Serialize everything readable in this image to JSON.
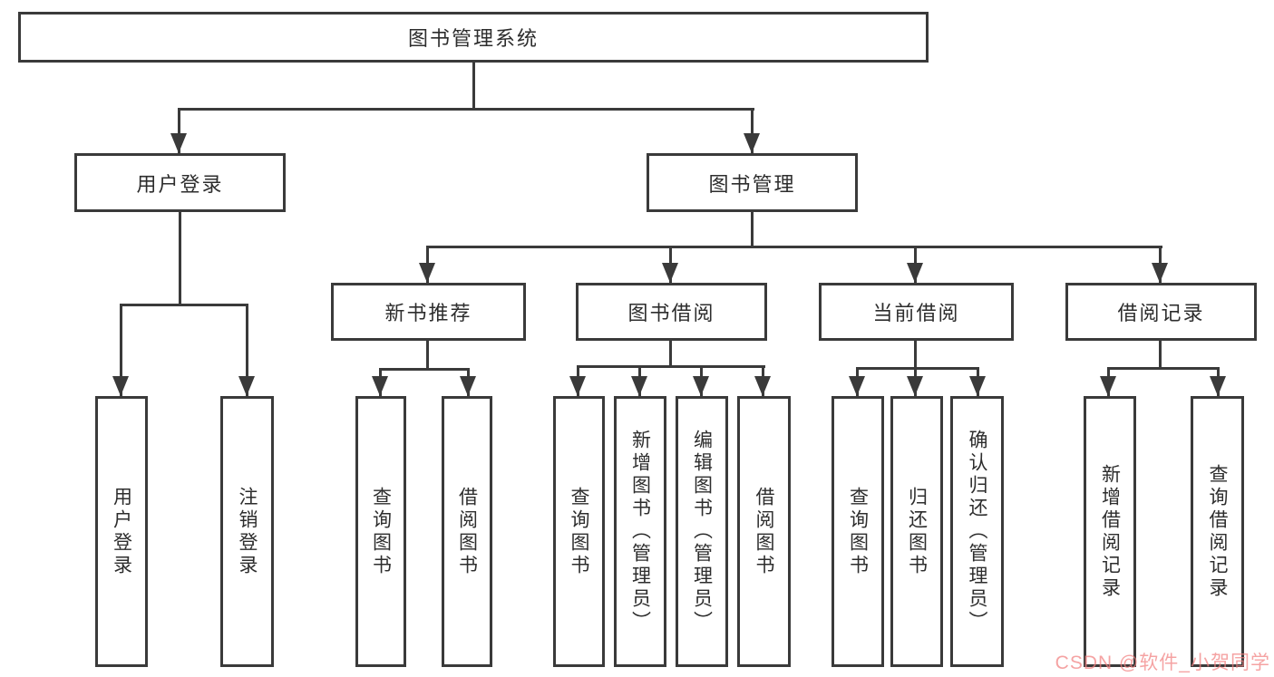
{
  "diagram": {
    "watermark": "CSDN @软件_小贺同学",
    "colors": {
      "line": "#3a3a3a",
      "box_border": "#3a3a3a",
      "box_background": "#ffffff",
      "text": "#2d2d2d",
      "watermark_text": "#f18080"
    },
    "nodes": {
      "root": "图书管理系统",
      "user_login": "用户登录",
      "book_mgmt": "图书管理",
      "new_book_rec": "新书推荐",
      "book_borrow": "图书借阅",
      "current_borrow": "当前借阅",
      "borrow_record": "借阅记录",
      "ul_login": "用户登录",
      "ul_logout": "注销登录",
      "nb_query": "查询图书",
      "nb_borrow": "借阅图书",
      "bb_query": "查询图书",
      "bb_add": "新增图书（管理员）",
      "bb_edit": "编辑图书（管理员）",
      "bb_borrow": "借阅图书",
      "cb_query": "查询图书",
      "cb_return": "归还图书",
      "cb_confirm": "确认归还（管理员）",
      "br_add": "新增借阅记录",
      "br_query": "查询借阅记录"
    }
  }
}
